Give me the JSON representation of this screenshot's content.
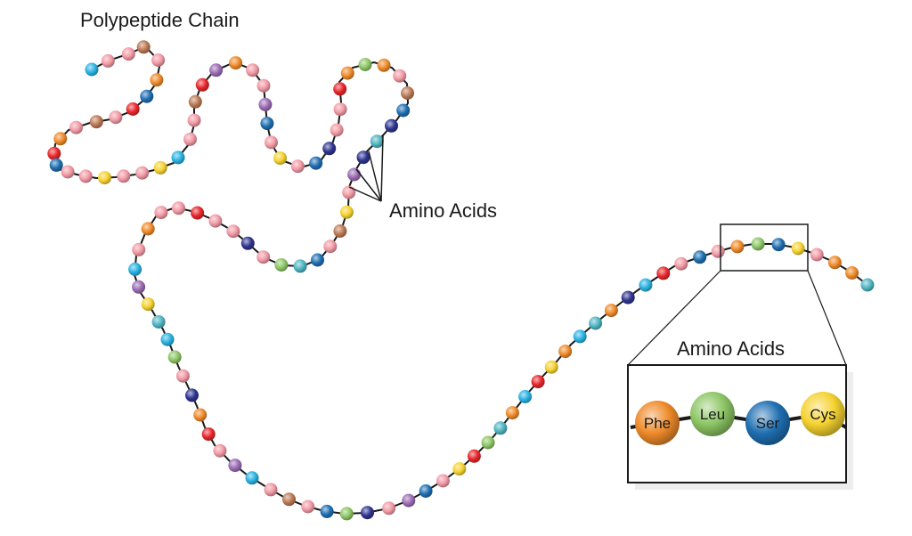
{
  "title": "Polypeptide Chain",
  "callout_label": "Amino Acids",
  "inset": {
    "label": "Amino Acids",
    "beads": [
      {
        "text": "Phe",
        "color": "#ef8a2a"
      },
      {
        "text": "Leu",
        "color": "#8dc665"
      },
      {
        "text": "Ser",
        "color": "#1f6fb2"
      },
      {
        "text": "Cys",
        "color": "#f5d230"
      }
    ]
  },
  "colors": {
    "pink": "#f29aa5",
    "orange": "#ef8a2a",
    "green": "#8dc665",
    "blue": "#1f6fb2",
    "yellow": "#f5d230",
    "red": "#e8262b",
    "cyan": "#29b2e2",
    "teal": "#4fb5c2",
    "navy": "#2f3590",
    "purple": "#9b6bb3",
    "brown": "#bd7a55",
    "chain": "#1a1a1a"
  },
  "chain_beads": [
    "cyan",
    "pink",
    "pink",
    "brown",
    "pink",
    "orange",
    "blue",
    "red",
    "pink",
    "brown",
    "pink",
    "orange",
    "red",
    "blue",
    "pink",
    "pink",
    "yellow",
    "pink",
    "pink",
    "yellow",
    "cyan",
    "pink",
    "pink",
    "brown",
    "red",
    "purple",
    "orange",
    "pink",
    "pink",
    "purple",
    "blue",
    "pink",
    "yellow",
    "pink",
    "blue",
    "navy",
    "pink",
    "pink",
    "red",
    "orange",
    "green",
    "orange",
    "pink",
    "brown",
    "blue",
    "navy",
    "teal",
    "navy",
    "purple",
    "pink",
    "yellow",
    "brown",
    "pink",
    "blue",
    "teal",
    "green",
    "pink",
    "navy",
    "pink",
    "pink",
    "red",
    "pink",
    "pink",
    "orange",
    "pink",
    "cyan",
    "purple",
    "yellow",
    "teal",
    "cyan",
    "green",
    "pink",
    "navy",
    "orange",
    "red",
    "pink",
    "purple",
    "cyan",
    "pink",
    "brown",
    "pink",
    "blue",
    "green",
    "navy",
    "pink",
    "purple",
    "blue",
    "pink",
    "yellow",
    "red",
    "green",
    "teal",
    "orange",
    "cyan",
    "red",
    "yellow",
    "orange",
    "cyan",
    "teal",
    "orange",
    "navy",
    "cyan",
    "red",
    "pink",
    "blue",
    "pink",
    "orange",
    "green",
    "blue",
    "yellow",
    "pink",
    "orange",
    "orange",
    "teal"
  ]
}
